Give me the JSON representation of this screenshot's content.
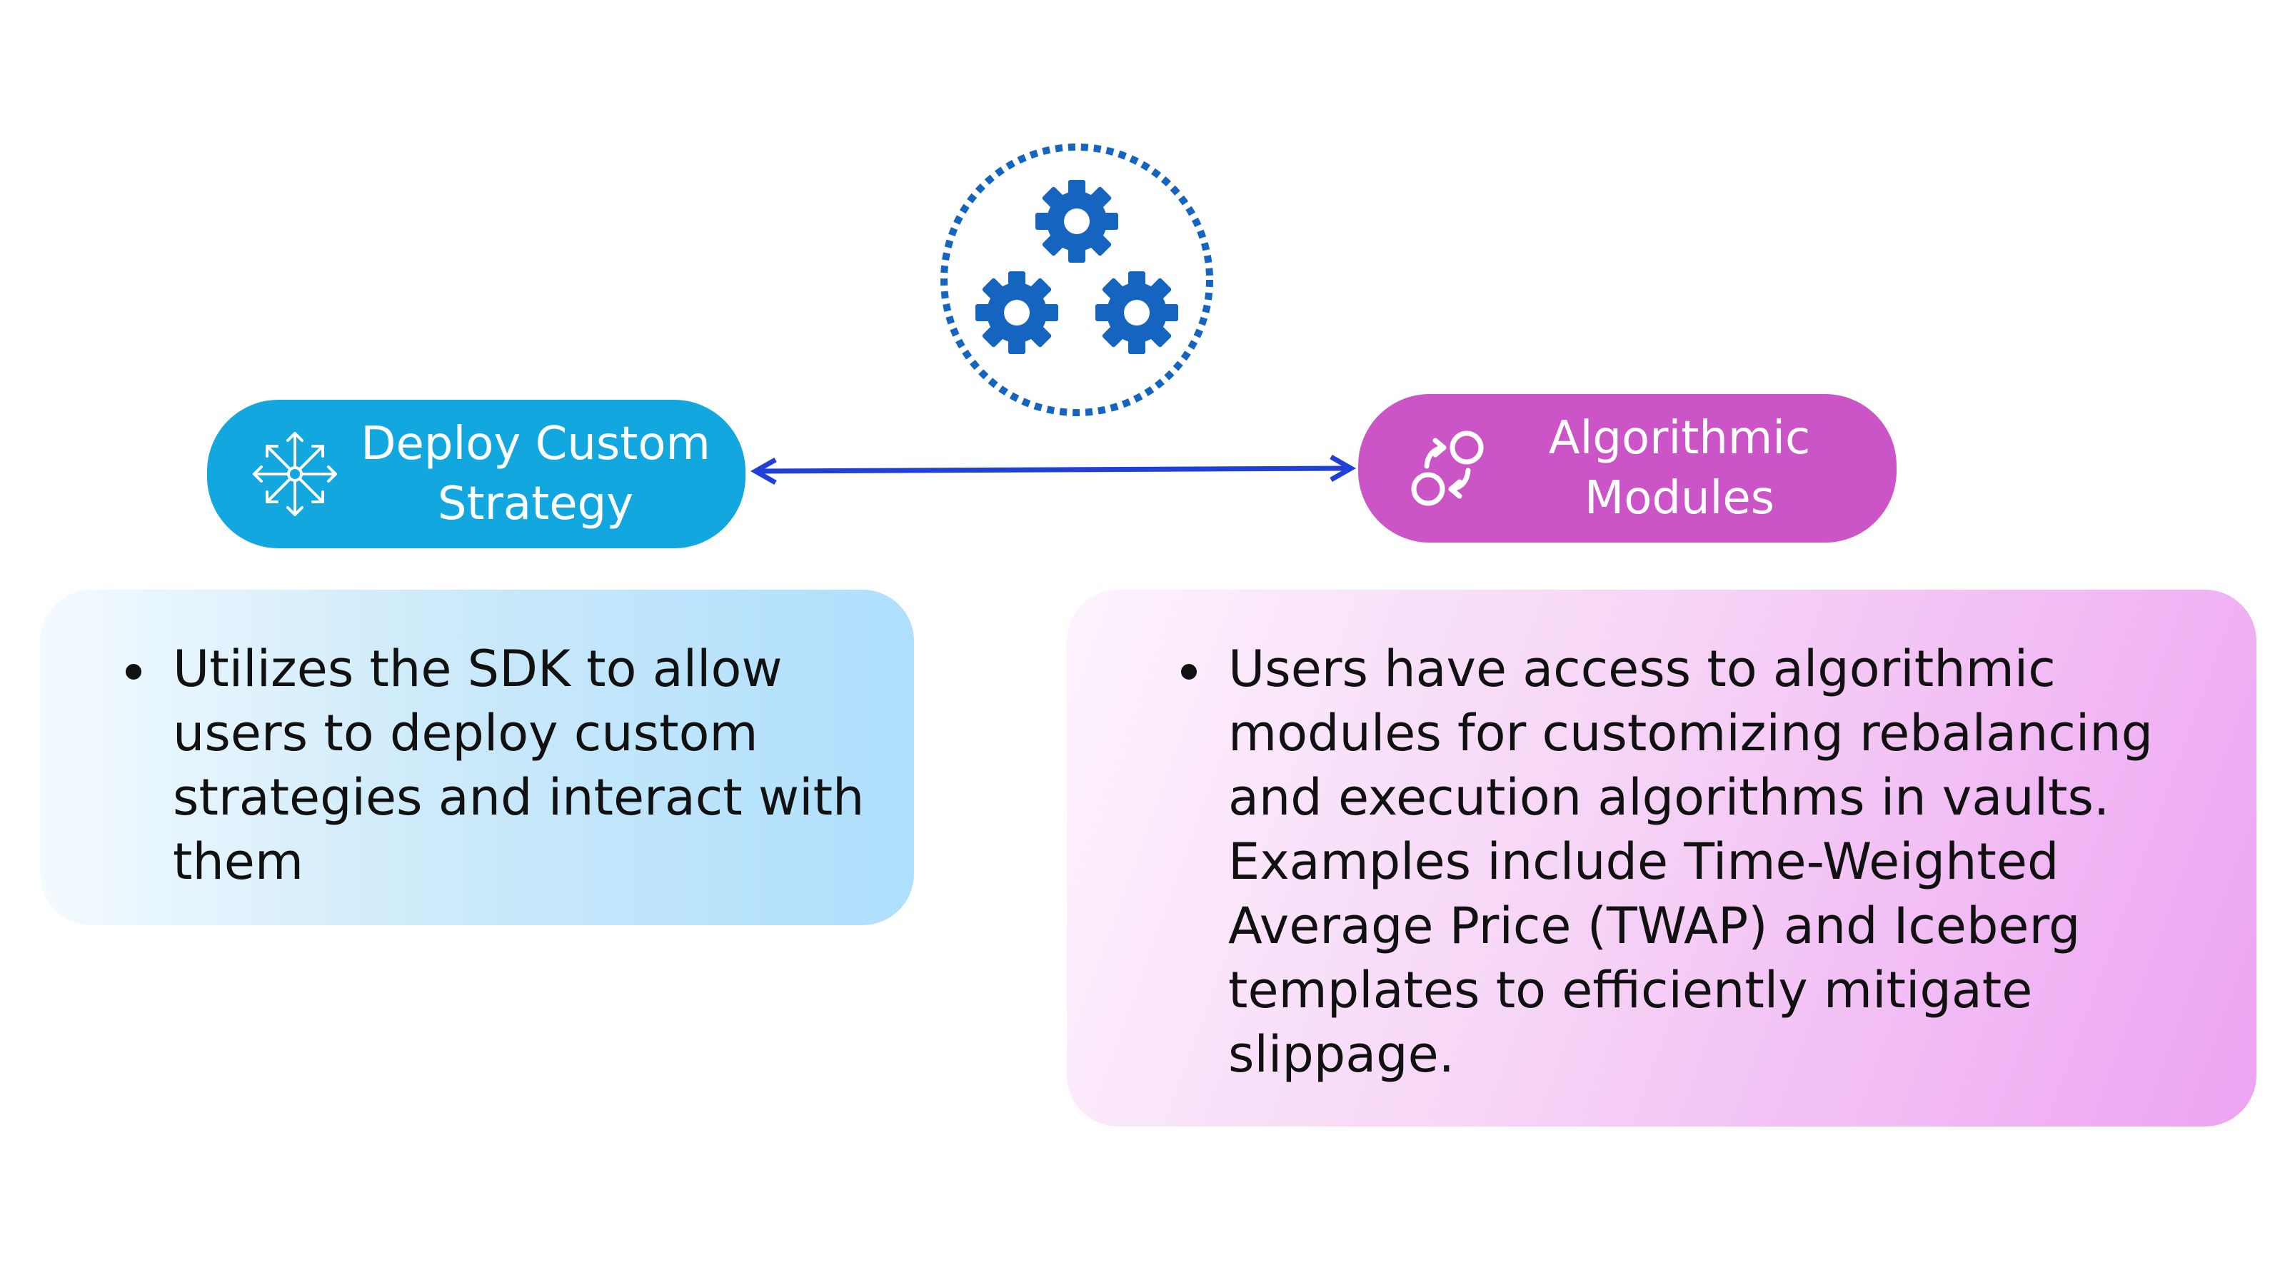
{
  "colors": {
    "accent_blue": "#1565c0",
    "pill_left_bg": "#13a7e0",
    "pill_right_bg": "#cb55c6",
    "connector": "#1f3fd6"
  },
  "hub": {
    "icon": "gears-icon"
  },
  "left": {
    "title_line1": "Deploy Custom",
    "title_line2": "Strategy",
    "icon": "expand-arrows-icon",
    "bullets": [
      "Utilizes the SDK to allow users to deploy custom strategies and interact with them"
    ]
  },
  "right": {
    "title_line1": "Algorithmic",
    "title_line2": "Modules",
    "icon": "cycle-arrows-icon",
    "bullets": [
      "Users have access to algorithmic modules for customizing rebalancing and execution algorithms in vaults. Examples include Time-Weighted Average Price (TWAP) and Iceberg templates to efficiently mitigate slippage."
    ]
  }
}
